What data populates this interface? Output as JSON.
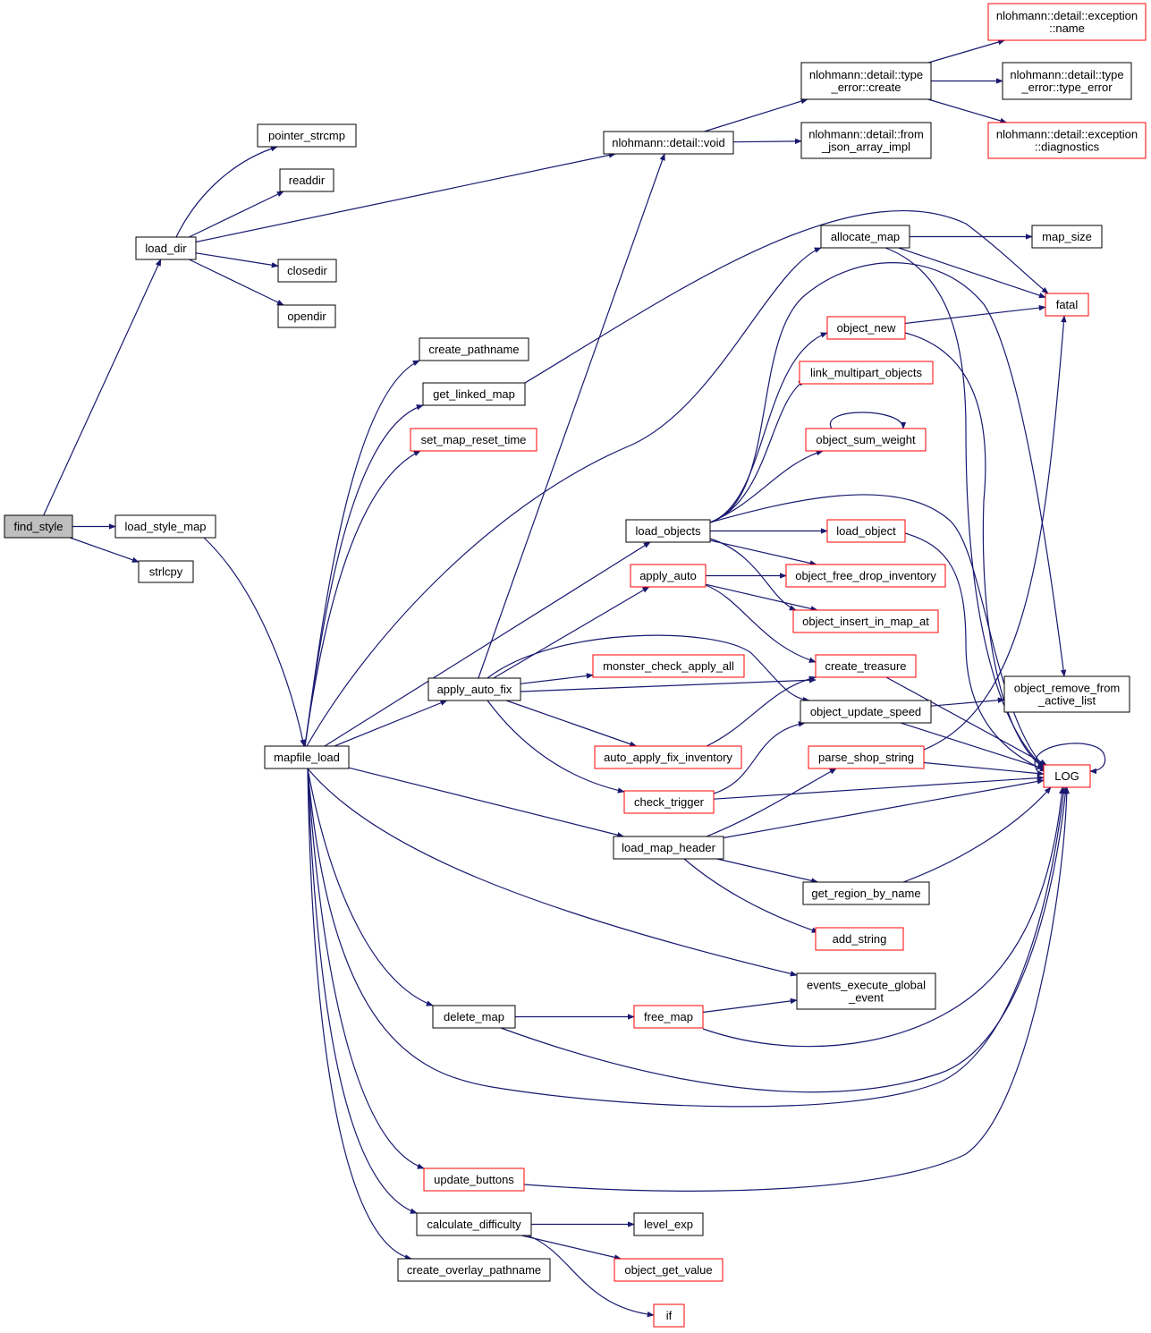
{
  "colors": {
    "edge": "#191970",
    "border_default": "#000000",
    "border_truncated": "#ff0000",
    "fill_root": "#bfbfbf",
    "fill_default": "#ffffff"
  },
  "nodes": [
    {
      "id": "find_style",
      "lines": [
        "find_style"
      ],
      "kind": "root"
    },
    {
      "id": "load_dir",
      "lines": [
        "load_dir"
      ],
      "kind": "normal"
    },
    {
      "id": "load_style_map",
      "lines": [
        "load_style_map"
      ],
      "kind": "normal"
    },
    {
      "id": "strlcpy",
      "lines": [
        "strlcpy"
      ],
      "kind": "normal"
    },
    {
      "id": "pointer_strcmp",
      "lines": [
        "pointer_strcmp"
      ],
      "kind": "normal"
    },
    {
      "id": "readdir",
      "lines": [
        "readdir"
      ],
      "kind": "normal"
    },
    {
      "id": "closedir",
      "lines": [
        "closedir"
      ],
      "kind": "normal"
    },
    {
      "id": "opendir",
      "lines": [
        "opendir"
      ],
      "kind": "normal"
    },
    {
      "id": "nlohmann_void",
      "lines": [
        "nlohmann::detail::void"
      ],
      "kind": "normal"
    },
    {
      "id": "type_error_create",
      "lines": [
        "nlohmann::detail::type",
        "_error::create"
      ],
      "kind": "normal"
    },
    {
      "id": "from_json_array_impl",
      "lines": [
        "nlohmann::detail::from",
        "_json_array_impl"
      ],
      "kind": "normal"
    },
    {
      "id": "exception_name",
      "lines": [
        "nlohmann::detail::exception",
        "::name"
      ],
      "kind": "truncated"
    },
    {
      "id": "type_error_type_error",
      "lines": [
        "nlohmann::detail::type",
        "_error::type_error"
      ],
      "kind": "normal"
    },
    {
      "id": "exception_diagnostics",
      "lines": [
        "nlohmann::detail::exception",
        "::diagnostics"
      ],
      "kind": "truncated"
    },
    {
      "id": "mapfile_load",
      "lines": [
        "mapfile_load"
      ],
      "kind": "normal"
    },
    {
      "id": "create_pathname",
      "lines": [
        "create_pathname"
      ],
      "kind": "normal"
    },
    {
      "id": "get_linked_map",
      "lines": [
        "get_linked_map"
      ],
      "kind": "normal"
    },
    {
      "id": "set_map_reset_time",
      "lines": [
        "set_map_reset_time"
      ],
      "kind": "truncated"
    },
    {
      "id": "apply_auto_fix",
      "lines": [
        "apply_auto_fix"
      ],
      "kind": "normal"
    },
    {
      "id": "load_objects",
      "lines": [
        "load_objects"
      ],
      "kind": "normal"
    },
    {
      "id": "allocate_map",
      "lines": [
        "allocate_map"
      ],
      "kind": "normal"
    },
    {
      "id": "map_size",
      "lines": [
        "map_size"
      ],
      "kind": "normal"
    },
    {
      "id": "fatal",
      "lines": [
        "fatal"
      ],
      "kind": "truncated"
    },
    {
      "id": "object_new",
      "lines": [
        "object_new"
      ],
      "kind": "truncated"
    },
    {
      "id": "link_multipart_objects",
      "lines": [
        "link_multipart_objects"
      ],
      "kind": "truncated"
    },
    {
      "id": "object_sum_weight",
      "lines": [
        "object_sum_weight"
      ],
      "kind": "truncated"
    },
    {
      "id": "load_object",
      "lines": [
        "load_object"
      ],
      "kind": "truncated"
    },
    {
      "id": "apply_auto",
      "lines": [
        "apply_auto"
      ],
      "kind": "truncated"
    },
    {
      "id": "object_free_drop_inventory",
      "lines": [
        "object_free_drop_inventory"
      ],
      "kind": "truncated"
    },
    {
      "id": "object_insert_in_map_at",
      "lines": [
        "object_insert_in_map_at"
      ],
      "kind": "truncated"
    },
    {
      "id": "monster_check_apply_all",
      "lines": [
        "monster_check_apply_all"
      ],
      "kind": "truncated"
    },
    {
      "id": "create_treasure",
      "lines": [
        "create_treasure"
      ],
      "kind": "truncated"
    },
    {
      "id": "object_remove_from_active_list",
      "lines": [
        "object_remove_from",
        "_active_list"
      ],
      "kind": "normal"
    },
    {
      "id": "object_update_speed",
      "lines": [
        "object_update_speed"
      ],
      "kind": "normal"
    },
    {
      "id": "auto_apply_fix_inventory",
      "lines": [
        "auto_apply_fix_inventory"
      ],
      "kind": "truncated"
    },
    {
      "id": "parse_shop_string",
      "lines": [
        "parse_shop_string"
      ],
      "kind": "truncated"
    },
    {
      "id": "LOG",
      "lines": [
        "LOG"
      ],
      "kind": "truncated"
    },
    {
      "id": "check_trigger",
      "lines": [
        "check_trigger"
      ],
      "kind": "truncated"
    },
    {
      "id": "load_map_header",
      "lines": [
        "load_map_header"
      ],
      "kind": "normal"
    },
    {
      "id": "get_region_by_name",
      "lines": [
        "get_region_by_name"
      ],
      "kind": "normal"
    },
    {
      "id": "add_string",
      "lines": [
        "add_string"
      ],
      "kind": "truncated"
    },
    {
      "id": "events_execute_global_event",
      "lines": [
        "events_execute_global",
        "_event"
      ],
      "kind": "normal"
    },
    {
      "id": "delete_map",
      "lines": [
        "delete_map"
      ],
      "kind": "normal"
    },
    {
      "id": "free_map",
      "lines": [
        "free_map"
      ],
      "kind": "truncated"
    },
    {
      "id": "update_buttons",
      "lines": [
        "update_buttons"
      ],
      "kind": "truncated"
    },
    {
      "id": "calculate_difficulty",
      "lines": [
        "calculate_difficulty"
      ],
      "kind": "normal"
    },
    {
      "id": "level_exp",
      "lines": [
        "level_exp"
      ],
      "kind": "normal"
    },
    {
      "id": "object_get_value",
      "lines": [
        "object_get_value"
      ],
      "kind": "truncated"
    },
    {
      "id": "create_overlay_pathname",
      "lines": [
        "create_overlay_pathname"
      ],
      "kind": "normal"
    },
    {
      "id": "if",
      "lines": [
        "if"
      ],
      "kind": "truncated"
    }
  ],
  "edges": [
    [
      "find_style",
      "load_dir"
    ],
    [
      "find_style",
      "load_style_map"
    ],
    [
      "find_style",
      "strlcpy"
    ],
    [
      "load_dir",
      "pointer_strcmp"
    ],
    [
      "load_dir",
      "readdir"
    ],
    [
      "load_dir",
      "closedir"
    ],
    [
      "load_dir",
      "opendir"
    ],
    [
      "load_dir",
      "nlohmann_void"
    ],
    [
      "nlohmann_void",
      "type_error_create"
    ],
    [
      "nlohmann_void",
      "from_json_array_impl"
    ],
    [
      "type_error_create",
      "exception_name"
    ],
    [
      "type_error_create",
      "type_error_type_error"
    ],
    [
      "type_error_create",
      "exception_diagnostics"
    ],
    [
      "load_style_map",
      "mapfile_load"
    ],
    [
      "mapfile_load",
      "create_pathname"
    ],
    [
      "mapfile_load",
      "get_linked_map"
    ],
    [
      "mapfile_load",
      "set_map_reset_time"
    ],
    [
      "mapfile_load",
      "apply_auto_fix"
    ],
    [
      "mapfile_load",
      "load_objects"
    ],
    [
      "mapfile_load",
      "allocate_map"
    ],
    [
      "mapfile_load",
      "load_map_header"
    ],
    [
      "mapfile_load",
      "events_execute_global_event"
    ],
    [
      "mapfile_load",
      "delete_map"
    ],
    [
      "mapfile_load",
      "LOG"
    ],
    [
      "mapfile_load",
      "update_buttons"
    ],
    [
      "mapfile_load",
      "calculate_difficulty"
    ],
    [
      "mapfile_load",
      "create_overlay_pathname"
    ],
    [
      "get_linked_map",
      "fatal"
    ],
    [
      "allocate_map",
      "map_size"
    ],
    [
      "allocate_map",
      "fatal"
    ],
    [
      "allocate_map",
      "LOG"
    ],
    [
      "load_objects",
      "object_new"
    ],
    [
      "load_objects",
      "link_multipart_objects"
    ],
    [
      "load_objects",
      "object_sum_weight"
    ],
    [
      "load_objects",
      "load_object"
    ],
    [
      "load_objects",
      "object_free_drop_inventory"
    ],
    [
      "load_objects",
      "object_insert_in_map_at"
    ],
    [
      "load_objects",
      "object_remove_from_active_list"
    ],
    [
      "load_objects",
      "LOG"
    ],
    [
      "object_new",
      "fatal"
    ],
    [
      "object_new",
      "LOG"
    ],
    [
      "object_sum_weight",
      "object_sum_weight"
    ],
    [
      "load_object",
      "LOG"
    ],
    [
      "apply_auto_fix",
      "nlohmann_void"
    ],
    [
      "apply_auto_fix",
      "apply_auto"
    ],
    [
      "apply_auto_fix",
      "monster_check_apply_all"
    ],
    [
      "apply_auto_fix",
      "create_treasure"
    ],
    [
      "apply_auto_fix",
      "object_update_speed"
    ],
    [
      "apply_auto_fix",
      "auto_apply_fix_inventory"
    ],
    [
      "apply_auto_fix",
      "check_trigger"
    ],
    [
      "apply_auto",
      "object_free_drop_inventory"
    ],
    [
      "apply_auto",
      "object_insert_in_map_at"
    ],
    [
      "apply_auto",
      "create_treasure"
    ],
    [
      "create_treasure",
      "LOG"
    ],
    [
      "auto_apply_fix_inventory",
      "create_treasure"
    ],
    [
      "object_update_speed",
      "object_remove_from_active_list"
    ],
    [
      "object_update_speed",
      "LOG"
    ],
    [
      "check_trigger",
      "object_update_speed"
    ],
    [
      "check_trigger",
      "LOG"
    ],
    [
      "load_map_header",
      "parse_shop_string"
    ],
    [
      "load_map_header",
      "LOG"
    ],
    [
      "load_map_header",
      "get_region_by_name"
    ],
    [
      "load_map_header",
      "add_string"
    ],
    [
      "parse_shop_string",
      "fatal"
    ],
    [
      "parse_shop_string",
      "LOG"
    ],
    [
      "get_region_by_name",
      "LOG"
    ],
    [
      "delete_map",
      "free_map"
    ],
    [
      "delete_map",
      "LOG"
    ],
    [
      "free_map",
      "events_execute_global_event"
    ],
    [
      "free_map",
      "LOG"
    ],
    [
      "update_buttons",
      "LOG"
    ],
    [
      "LOG",
      "LOG"
    ],
    [
      "calculate_difficulty",
      "level_exp"
    ],
    [
      "calculate_difficulty",
      "object_get_value"
    ],
    [
      "calculate_difficulty",
      "if"
    ]
  ]
}
